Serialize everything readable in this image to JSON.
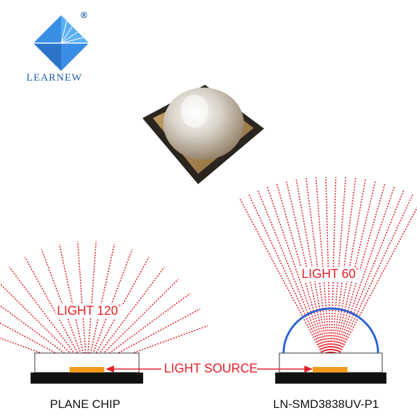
{
  "brand": {
    "name": "LEARNEW",
    "registered_mark": "®",
    "color": "#1f5aa8"
  },
  "labels": {
    "light_120": "LIGHT 120",
    "light_60": "LIGHT 60",
    "degree": "°",
    "light_source": "LIGHT SOURCE",
    "plane_chip": "PLANE CHIP",
    "model": "LN-SMD3838UV-P1"
  },
  "colors": {
    "ray": "#e21f26",
    "lens_arc": "#2a62d6",
    "base": "#111111",
    "chip": "#f29a1e"
  }
}
